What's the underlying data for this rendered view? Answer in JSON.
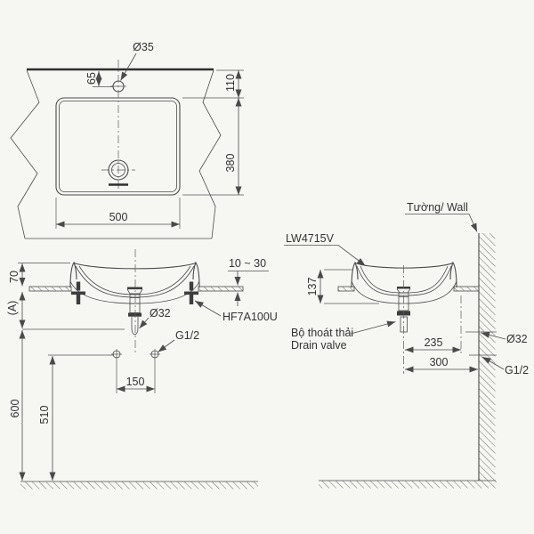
{
  "drawing": {
    "title_model": "LW4715V",
    "colors": {
      "line": "#4a4a4a",
      "text": "#333333",
      "paper": "#f6f6f3"
    },
    "top_view": {
      "faucet_hole_dia": "Ø35",
      "faucet_hole_offset": "65",
      "edge_to_basin": "110",
      "basin_depth": "380",
      "basin_width": "500"
    },
    "front_view": {
      "rim_above_counter": "70",
      "ref_dimension": "(A)",
      "counter_thickness_range": "10 ~ 30",
      "drain_tail_dia": "Ø32",
      "fixing_bracket_model": "HF7A100U",
      "supply_thread": "G1/2",
      "supply_hole_spacing": "150",
      "counter_height": "600",
      "supply_height": "510"
    },
    "side_view": {
      "product_model": "LW4715V",
      "wall_label": "Tường/ Wall",
      "basin_height": "137",
      "drain_valve_label_vi": "Bộ thoát thải",
      "drain_valve_label_en": "Drain valve",
      "drain_to_wall": "235",
      "drain_to_wall_outer": "300",
      "wall_drain_dia": "Ø32",
      "wall_supply_thread": "G1/2"
    }
  }
}
